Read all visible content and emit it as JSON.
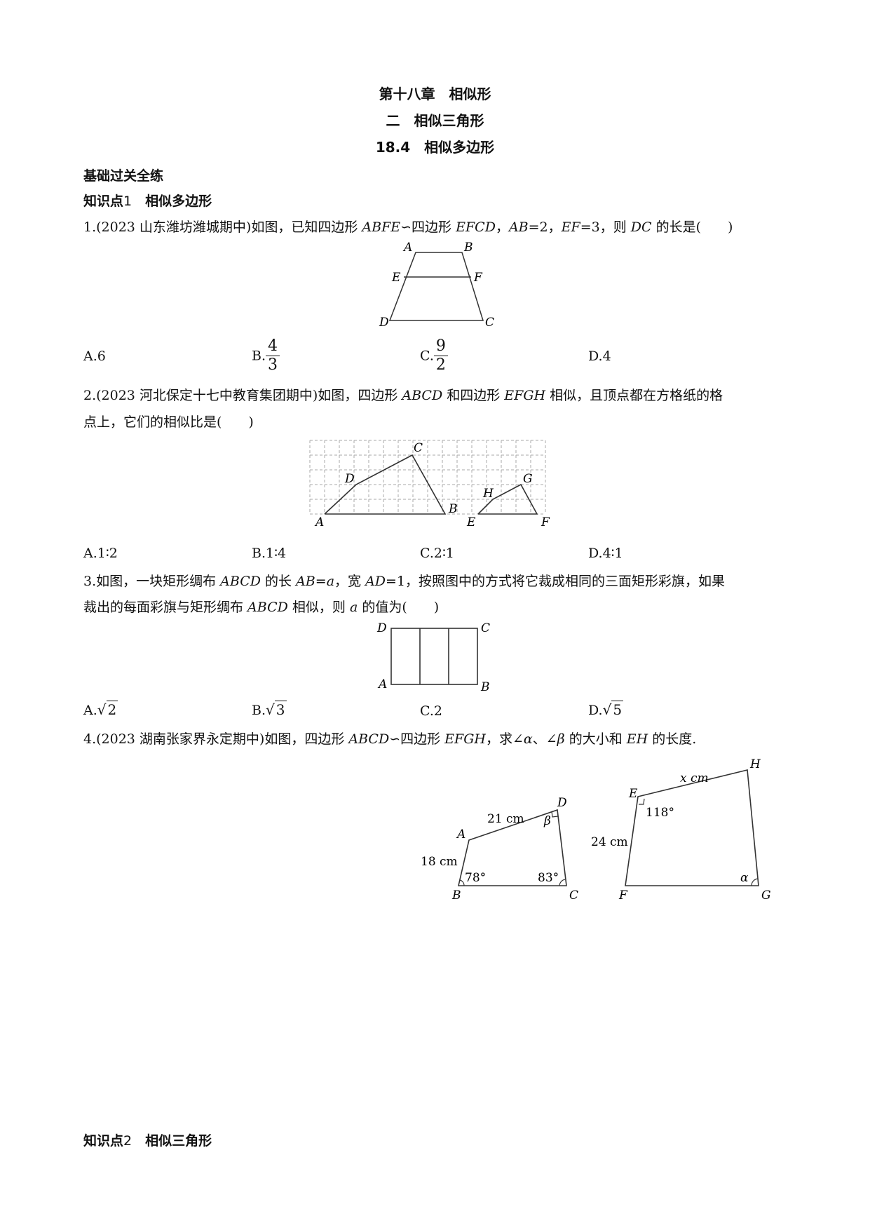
{
  "chapter_title": "第十八章　相似形",
  "section_title": "二　相似三角形",
  "subsection_title": "18.4　相似多边形",
  "exercise_group": "基础过关全练",
  "knowledge_point_1": {
    "label": "知识点",
    "num": "1",
    "name": "相似多边形"
  },
  "knowledge_point_2": {
    "label": "知识点",
    "num": "2",
    "name": "相似三角形"
  },
  "q1": {
    "prefix": "1.(2023 山东潍坊潍城期中)如图，已知四边形 ",
    "shape1": "ABFE",
    "sim1": "∽四边形 ",
    "shape2": "EFCD",
    "sep1": "，",
    "seg1": "AB",
    "eq1": "=2，",
    "seg2": "EF",
    "eq2": "=3，则 ",
    "seg3": "DC",
    "suffix": " 的长是(　　)",
    "labels": {
      "A": "A",
      "B": "B",
      "E": "E",
      "F": "F",
      "D": "D",
      "C": "C"
    },
    "options": {
      "a": "A.6",
      "b_prefix": "B.",
      "b_num": "4",
      "b_den": "3",
      "c_prefix": "C.",
      "c_num": "9",
      "c_den": "2",
      "d": "D.4"
    }
  },
  "q2": {
    "line1_prefix": "2.(2023 河北保定十七中教育集团期中)如图，四边形 ",
    "shape1": "ABCD",
    "mid": " 和四边形 ",
    "shape2": "EFGH",
    "line1_suffix": " 相似，且顶点都在方格纸的格",
    "line2": "点上，它们的相似比是(　　)",
    "labels": {
      "A": "A",
      "B": "B",
      "C": "C",
      "D": "D",
      "E": "E",
      "F": "F",
      "G": "G",
      "H": "H"
    },
    "options": {
      "a": "A.1∶2",
      "b": "B.1∶4",
      "c": "C.2∶1",
      "d": "D.4∶1"
    }
  },
  "q3": {
    "line1_prefix": "3.如图，一块矩形绸布 ",
    "shape": "ABCD",
    "mid1": " 的长 ",
    "seg1": "AB",
    "eq1": "=",
    "var1": "a",
    "mid2": "，宽 ",
    "seg2": "AD",
    "line1_suffix": "=1，按照图中的方式将它裁成相同的三面矩形彩旗，如果",
    "line2_prefix": "裁出的每面彩旗与矩形绸布 ",
    "shape_b": "ABCD",
    "line2_mid": " 相似，则 ",
    "var2": "a",
    "line2_suffix": " 的值为(　　)",
    "labels": {
      "A": "A",
      "B": "B",
      "C": "C",
      "D": "D"
    },
    "options": {
      "a_prefix": "A.",
      "a_rad": "2",
      "b_prefix": "B.",
      "b_rad": "3",
      "c": "C.2",
      "d_prefix": "D.",
      "d_rad": "5"
    }
  },
  "q4": {
    "prefix": "4.(2023 湖南张家界永定期中)如图，四边形 ",
    "shape1": "ABCD",
    "sim": "∽四边形 ",
    "shape2": "EFGH",
    "mid": "，求∠",
    "alpha": "α",
    "sep": "、∠",
    "beta": "β",
    "mid2": " 的大小和 ",
    "seg": "EH",
    "suffix": " 的长度.",
    "labels": {
      "A": "A",
      "B": "B",
      "C": "C",
      "D": "D",
      "E": "E",
      "F": "F",
      "G": "G",
      "H": "H",
      "ad": "21 cm",
      "ab": "18 cm",
      "angle_b": "78°",
      "angle_c": "83°",
      "beta": "β",
      "eh": "x cm",
      "ef": "24 cm",
      "angle_e": "118°",
      "alpha": "α"
    }
  }
}
